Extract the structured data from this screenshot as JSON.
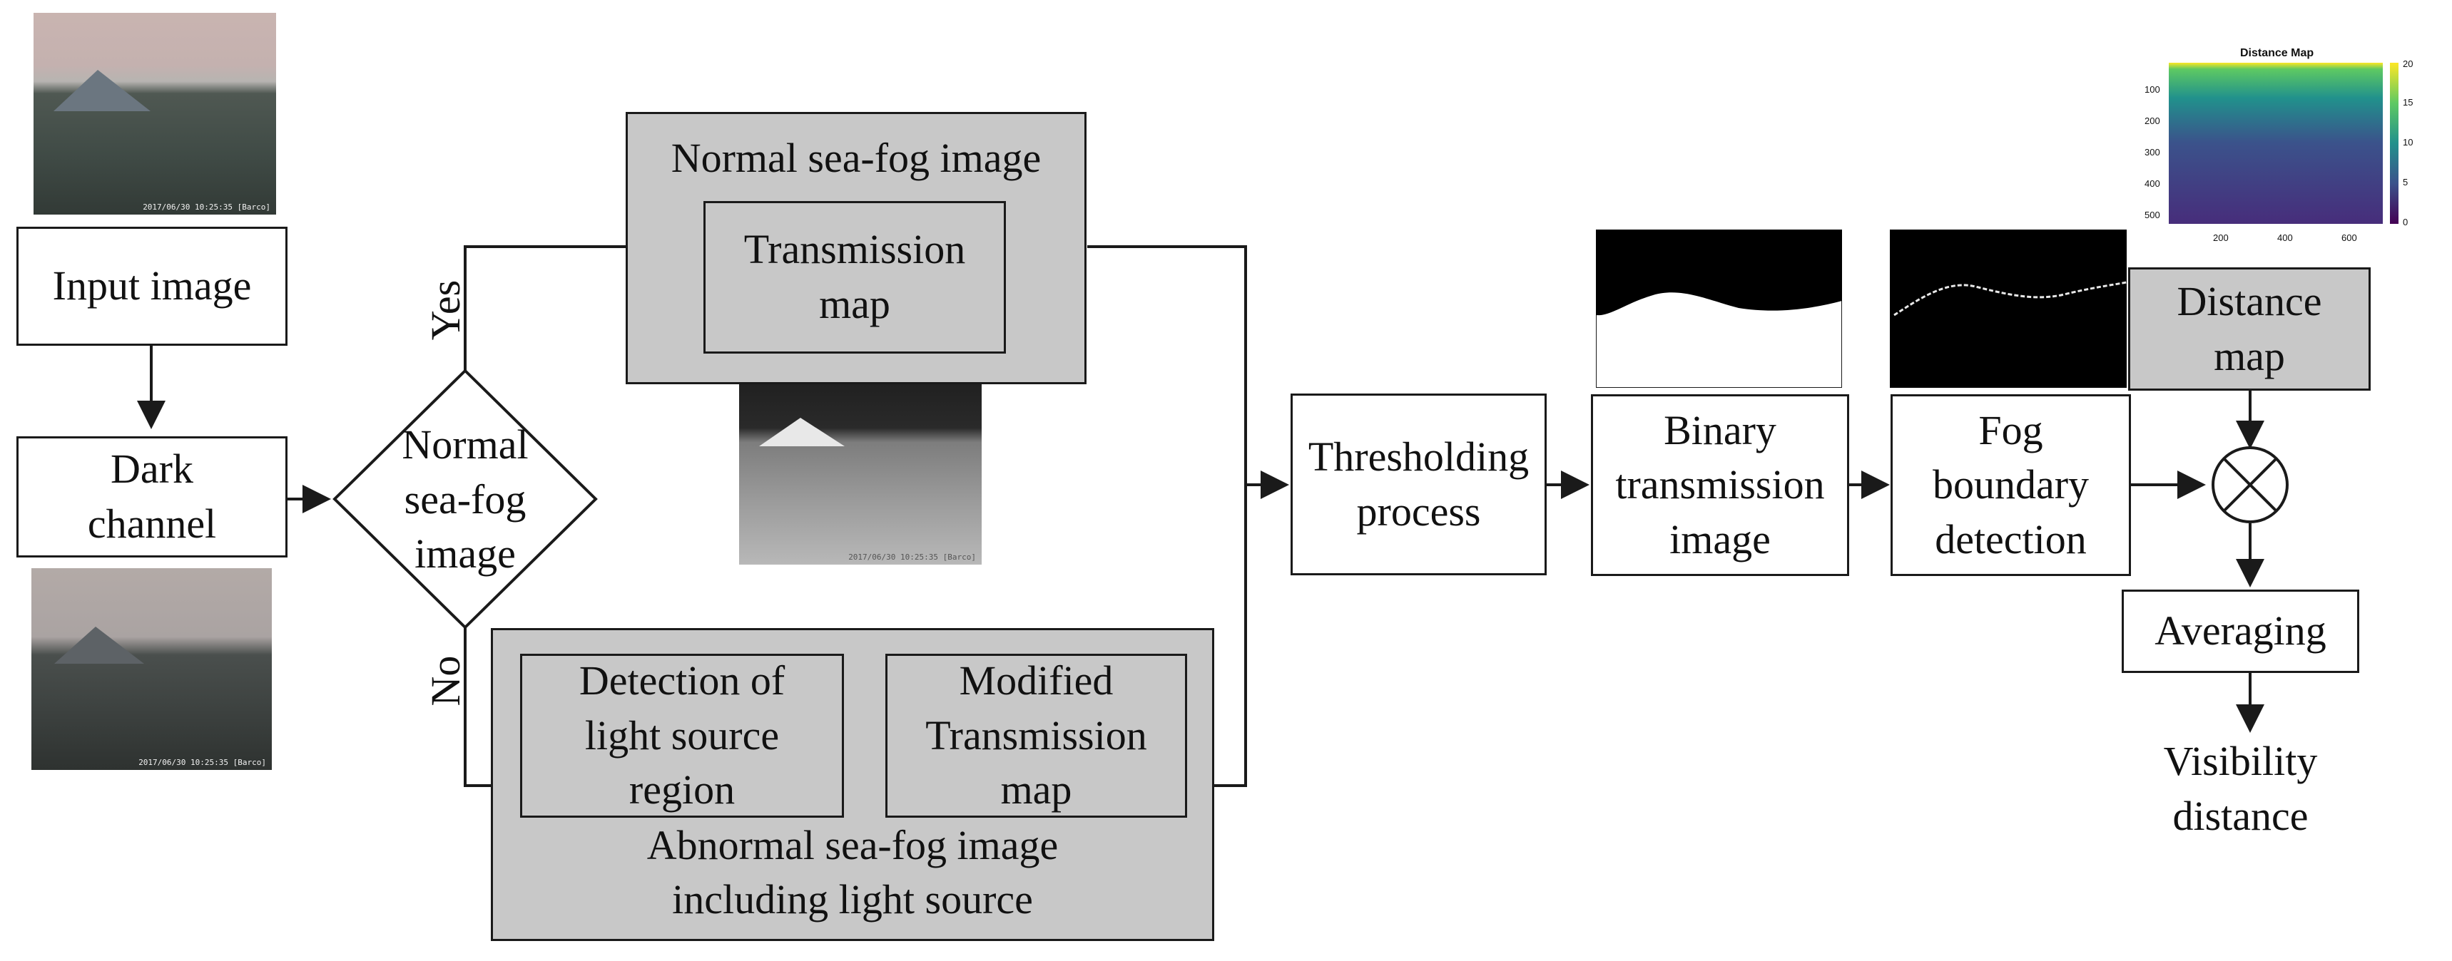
{
  "nodes": {
    "input_image": "Input image",
    "dark_channel": "Dark\nchannel",
    "decision": "Normal\nsea-fog\nimage",
    "yes": "Yes",
    "no": "No",
    "normal_panel_title": "Normal sea-fog image",
    "transmission_map": "Transmission\nmap",
    "detection": "Detection of\nlight source\nregion",
    "modified_transmission": "Modified\nTransmission\nmap",
    "abnormal_panel_title": "Abnormal sea-fog image\nincluding light source",
    "thresholding": "Thresholding\nprocess",
    "binary_transmission": "Binary\ntransmission\nimage",
    "fog_boundary": "Fog\nboundary\ndetection",
    "distance_map": "Distance\nmap",
    "averaging": "Averaging",
    "visibility": "Visibility\ndistance"
  },
  "photos": {
    "input_timestamp": "2017/06/30 10:25:35 [Barco]",
    "dark_channel_timestamp": "2017/06/30 10:25:35 [Barco]",
    "transmission_timestamp": "2017/06/30 10:25:35 [Barco]"
  },
  "distance_map_thumb": {
    "title": "Distance Map",
    "y_ticks": [
      "100",
      "200",
      "300",
      "400",
      "500"
    ],
    "x_ticks": [
      "200",
      "400",
      "600"
    ],
    "colorbar_ticks": [
      "20",
      "15",
      "10",
      "5",
      "0"
    ],
    "colormap": [
      "#fde725",
      "#5ec962",
      "#21918c",
      "#3b528b",
      "#440154"
    ]
  },
  "colors": {
    "stroke": "#1a1a1a",
    "panel_fill": "#c8c8c8",
    "box_fill": "#ffffff"
  }
}
